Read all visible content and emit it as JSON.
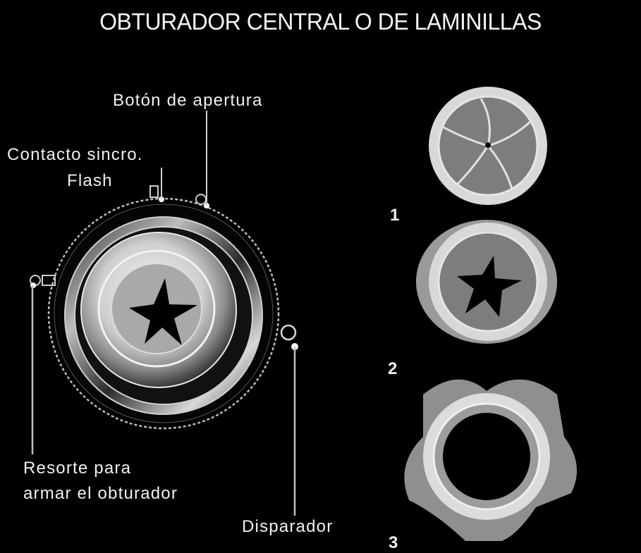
{
  "title": "OBTURADOR CENTRAL O DE LAMINILLAS",
  "labels": {
    "boton_apertura": "Botón de apertura",
    "contacto_line1": "Contacto sincro.",
    "contacto_line2": "Flash",
    "resorte_line1": "Resorte para",
    "resorte_line2": "armar el obturador",
    "disparador": "Disparador"
  },
  "stages": [
    {
      "number": "1",
      "state": "closed"
    },
    {
      "number": "2",
      "state": "partially-open"
    },
    {
      "number": "3",
      "state": "fully-open"
    }
  ],
  "colors": {
    "background": "#000000",
    "text": "#f0f0f0",
    "blade": "#8a8a8a",
    "ring": "#e6e6e6"
  }
}
